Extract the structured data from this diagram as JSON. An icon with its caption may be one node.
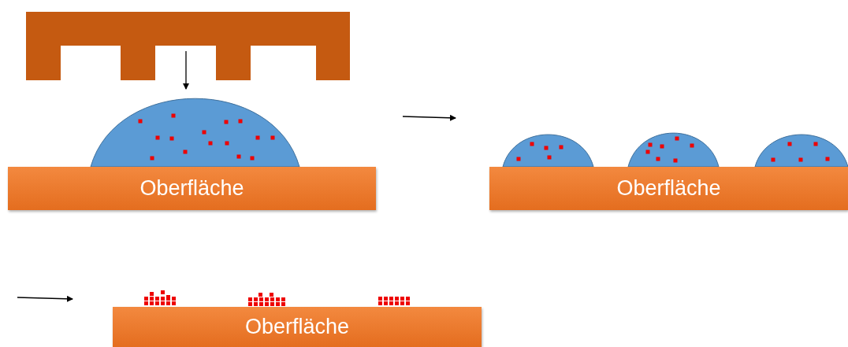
{
  "diagram": {
    "nodes": [
      {
        "text": [
          "Oberfläche"
        ]
      },
      {
        "text": [
          "Oberfläche"
        ]
      },
      {
        "text": [
          "Oberfläche"
        ]
      }
    ]
  }
}
